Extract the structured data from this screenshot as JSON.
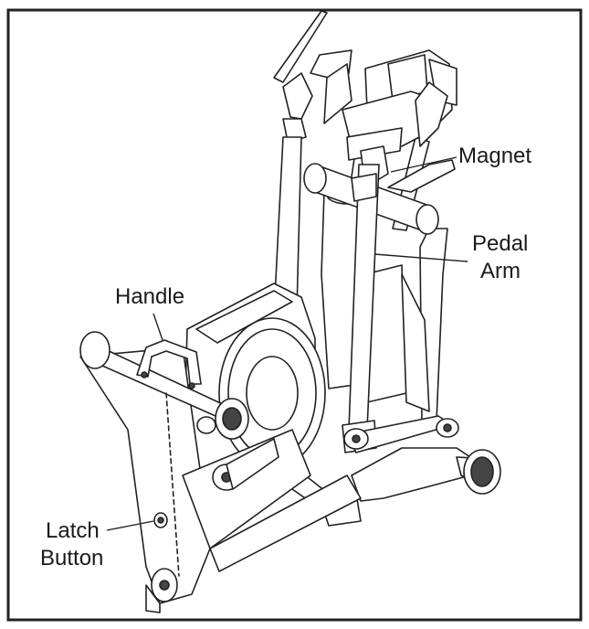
{
  "diagram": {
    "labels": {
      "magnet": "Magnet",
      "pedal_arm_line1": "Pedal",
      "pedal_arm_line2": "Arm",
      "handle": "Handle",
      "latch_button_line1": "Latch",
      "latch_button_line2": "Button"
    }
  }
}
